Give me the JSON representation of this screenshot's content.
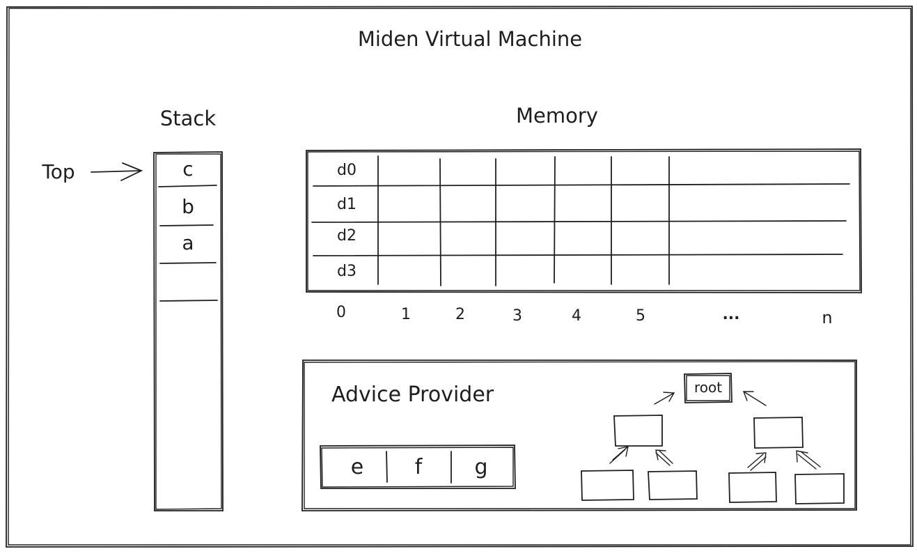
{
  "title": "Miden Virtual Machine",
  "stack": {
    "heading": "Stack",
    "pointer_label": "Top",
    "cells": [
      "c",
      "b",
      "a",
      ""
    ]
  },
  "memory": {
    "heading": "Memory",
    "rows": [
      "d0",
      "d1",
      "d2",
      "d3"
    ],
    "addresses": [
      "0",
      "1",
      "2",
      "3",
      "4",
      "5",
      "...",
      "n"
    ]
  },
  "advice": {
    "heading": "Advice Provider",
    "tape": [
      "e",
      "f",
      "g"
    ],
    "tree_root_label": "root"
  },
  "colors": {
    "stroke": "#1e1e1e",
    "background": "#ffffff"
  }
}
